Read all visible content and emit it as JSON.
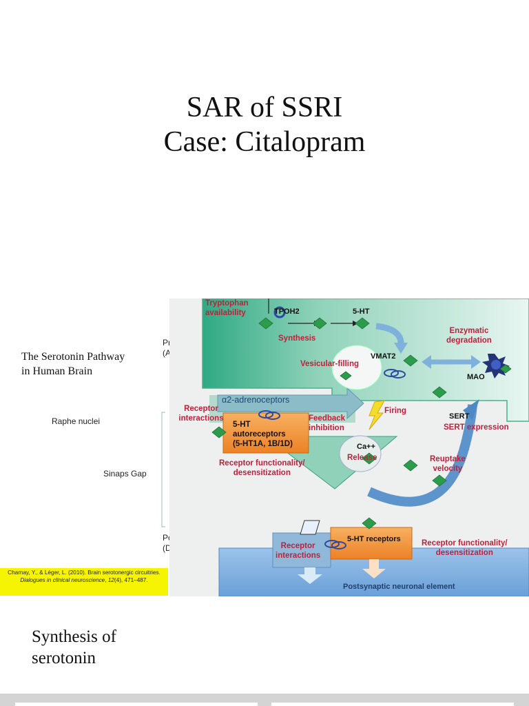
{
  "slide1": {
    "title_line1": "SAR of SSRI",
    "title_line2": "Case: Citalopram"
  },
  "slide2": {
    "side_title_line1": "The Serotonin Pathway",
    "side_title_line2": "in Human Brain",
    "raphe": "Raphe nuclei",
    "gap": "Sinaps Gap",
    "presinaps_line1": "Presinaps",
    "presinaps_line2": "(Axon)",
    "postsinaps_line1": "Postsinaps",
    "postsinaps_line2": "(Dendrit)",
    "citation": {
      "part1": "Charnay, Y., & Léger, L. (2010). Brain serotonergic circuitries. ",
      "journal": "Dialogues in clinical neuroscience",
      "part2": ", ",
      "volume": "12",
      "part3": "(4), 471–487."
    },
    "diagram": {
      "tryptophan_line1": "Tryptophan",
      "tryptophan_line2": "availability",
      "tpoh2": "TPOH2",
      "ht5": "5-HT",
      "synthesis": "Synthesis",
      "enzymatic_line1": "Enzymatic",
      "enzymatic_line2": "degradation",
      "vesicular": "Vesicular-filling",
      "vmat2": "VMAT2",
      "mao": "MAO",
      "alpha2": "α2-adrenoceptors",
      "receptor_interactions_line1": "Receptor",
      "receptor_interactions_line2": "interactions",
      "autoreceptors_line1": "5-HT",
      "autoreceptors_line2": "autoreceptors",
      "autoreceptors_line3": "(5-HT1A, 1B/1D)",
      "feedback_line1": "Feedback",
      "feedback_line2": "inhibition",
      "firing": "Firing",
      "sert": "SERT",
      "sert_expression": "SERT expression",
      "ca": "Ca++",
      "release": "Release",
      "functionality_line1": "Receptor functionality/",
      "functionality_line2": "desensitization",
      "reuptake_line1": "Reuptake",
      "reuptake_line2": "velocity",
      "receptors5ht": "5-HT receptors",
      "post_interactions_line1": "Receptor",
      "post_interactions_line2": "interactions",
      "post_functionality_line1": "Receptor functionality/",
      "post_functionality_line2": "desensitization",
      "postsynaptic": "Postsynaptic neuronal element"
    }
  },
  "slide3": {
    "heading_line1": "Synthesis of",
    "heading_line2": "serotonin"
  },
  "colors": {
    "teal_light": "#ddf1ea",
    "teal_dark": "#2fa983",
    "orange": "#f0923a",
    "blue_post": "#7eaee0",
    "red_label": "#c0203a",
    "green_diamond": "#2c9c4b",
    "highlight_yellow": "#f6f400"
  }
}
